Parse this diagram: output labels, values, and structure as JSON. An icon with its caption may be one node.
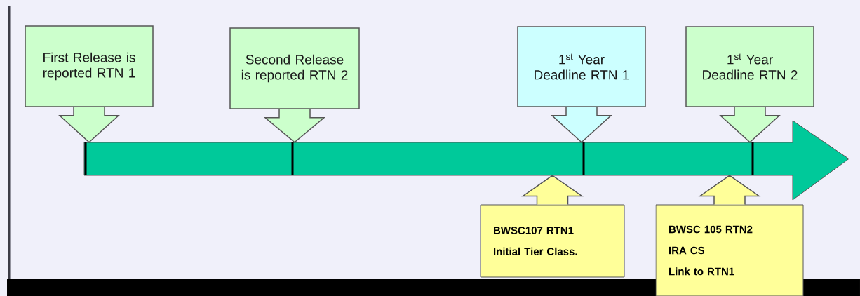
{
  "diagram": {
    "nodes": [
      {
        "text": [
          "First Release is reported RTN 1"
        ]
      },
      {
        "text": [
          "Second Release is reported RTN 2"
        ]
      },
      {
        "text": [
          "1$^{st}$ Year Deadline RTN 1"
        ]
      },
      {
        "text": [
          "1$^{st}$ Year Deadline RTN 2"
        ]
      },
      {
        "text": [],
        "shape": "arrow"
      },
      {
        "text": [
          "BWSC107 RTN1",
          "Initial Tier Class."
        ]
      },
      {
        "text": [
          "BWSC 105 RTN2",
          "IRA CS",
          "Link to RTN1"
        ]
      }
    ],
    "edges": [
      {
        "from": 0,
        "to": 4,
        "arrow": "to"
      },
      {
        "from": 1,
        "to": 4,
        "arrow": "to"
      },
      {
        "from": 2,
        "to": 4,
        "arrow": "to"
      },
      {
        "from": 3,
        "to": 4,
        "arrow": "to"
      },
      {
        "from": 5,
        "to": 4,
        "arrow": "to"
      },
      {
        "from": 6,
        "to": 4,
        "arrow": "to"
      }
    ]
  }
}
